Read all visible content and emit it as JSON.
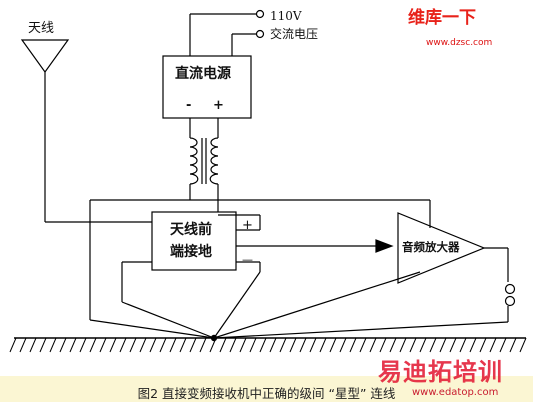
{
  "antenna": {
    "label": "天线"
  },
  "ac_input": {
    "voltage": "110V",
    "label": "交流电压"
  },
  "dc_supply": {
    "label": "直流电源",
    "minus": "-",
    "plus": "+"
  },
  "front_end": {
    "label_line1": "天线前",
    "label_line2": "端接地",
    "plus": "+",
    "minus": "—"
  },
  "amplifier": {
    "label": "音频放大器"
  },
  "caption": "图2 直接变频接收机中正确的级间 “星型” 连线",
  "watermark_top": {
    "logo": "维库一下",
    "url": "www.dzsc.com"
  },
  "watermark_bottom": {
    "logo": "易迪拓培训",
    "url": "www.edatop.com"
  }
}
